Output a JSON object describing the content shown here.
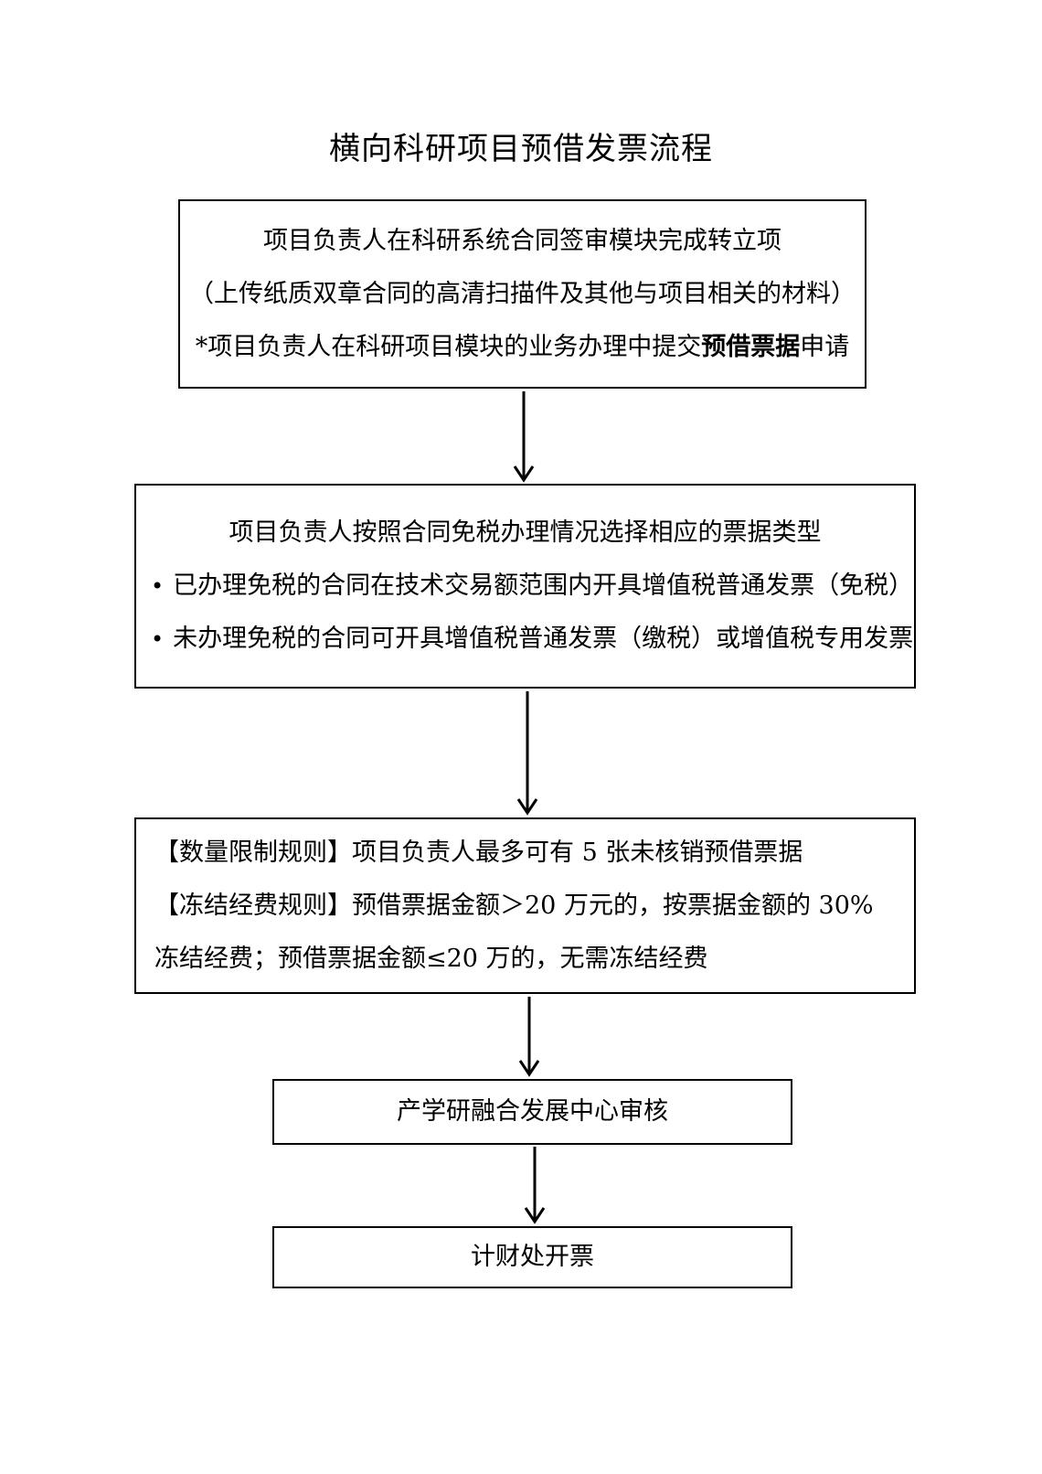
{
  "document": {
    "title": "横向科研项目预借发票流程"
  },
  "flowchart": {
    "boxes": [
      {
        "name": "transfer-project-setup",
        "lines": [
          "项目负责人在科研系统合同签审模块完成转立项",
          "（上传纸质双章合同的高清扫描件及其他与项目相关的材料）"
        ],
        "line3": {
          "prefix": "*项目负责人在科研项目模块的业务办理中提交",
          "bold": "预借票据",
          "suffix": "申请"
        }
      },
      {
        "name": "select-invoice-type",
        "heading": "项目负责人按照合同免税办理情况选择相应的票据类型",
        "bullet_marker": "•",
        "bullets": [
          "已办理免税的合同在技术交易额范围内开具增值税普通发票（免税）",
          "未办理免税的合同可开具增值税普通发票（缴税）或增值税专用发票"
        ]
      },
      {
        "name": "rules",
        "lines": [
          "【数量限制规则】项目负责人最多可有 5 张未核销预借票据",
          "【冻结经费规则】预借票据金额＞20 万元的，按票据金额的 30%",
          "冻结经费；预借票据金额≤20 万的，无需冻结经费"
        ]
      },
      {
        "name": "center-review",
        "label": "产学研融合发展中心审核"
      },
      {
        "name": "finance-office-invoicing",
        "label": "计财处开票"
      }
    ]
  },
  "colors": {
    "border": "#000000",
    "text": "#000000",
    "background": "#ffffff"
  }
}
